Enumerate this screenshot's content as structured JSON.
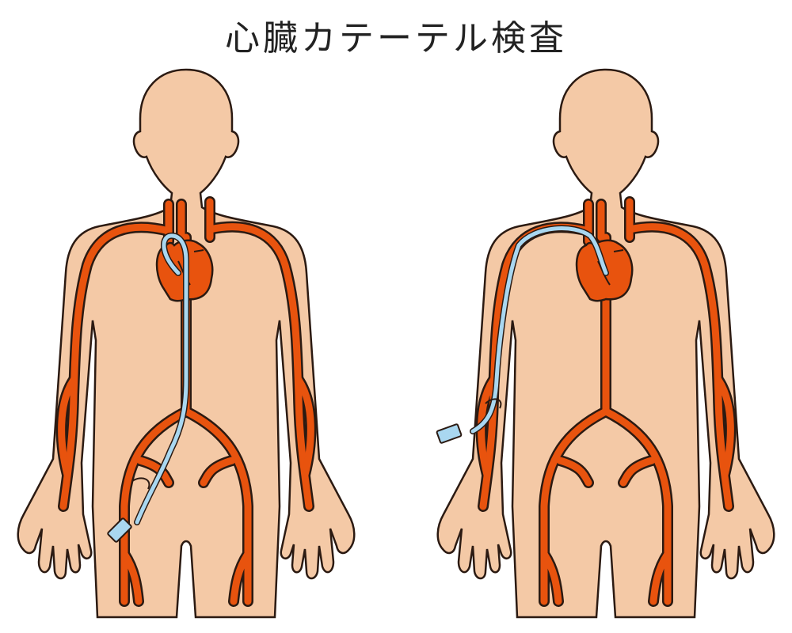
{
  "title": "心臓カテーテル検査",
  "colors": {
    "skin": "#f4c9a6",
    "outline": "#2b1a12",
    "artery": "#e8530e",
    "catheter": "#a9d7f0",
    "background": "#ffffff"
  },
  "figures": [
    {
      "id": "left",
      "access_site": "femoral-artery"
    },
    {
      "id": "right",
      "access_site": "radial-artery"
    }
  ]
}
